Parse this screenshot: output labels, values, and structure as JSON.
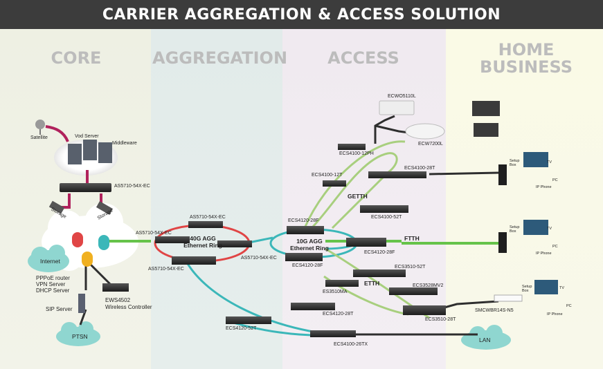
{
  "title": "CARRIER AGGREGATION & ACCESS SOLUTION",
  "zones": {
    "core": "CORE",
    "aggregation": "AGGREGATION",
    "access": "ACCESS",
    "home_business": "HOME\nBUSINESS"
  },
  "core": {
    "satellite": "Satellite",
    "vod_server": "Vod Server",
    "middleware": "Middleware",
    "switch": "AS5710-54X-EC",
    "storage_left": "Storage",
    "storage_right": "Storage",
    "internet": "Internet",
    "servers": "PPPoE router\nVPN Server\nDHCP Server",
    "sip_server": "SIP Server",
    "wireless_model": "EWS4502",
    "wireless_name": "Wireless Controller",
    "ptsn": "PTSN"
  },
  "aggregation": {
    "sw_top": "AS5710-54X-EC",
    "sw_left": "AS5710-54X-EC",
    "sw_right": "AS5710-54X-EC",
    "sw_bottom": "AS5710-54X-EC",
    "ring": "40G AGG\nEthernet Ring",
    "ecs_52t": "ECS4120-52T"
  },
  "access": {
    "ring": "10G AGG\nEthernet Ring",
    "ecs4120_28f_top": "ECS4120-28F",
    "ecs4120_28f_bottom": "ECS4120-28F",
    "ecs4120_28f_right": "ECS4120-28F",
    "ecs4120_28t": "ECS4120-28T",
    "ecs4100_12ph": "ECS4100-12PH",
    "ecs4100_12t": "ECS4100-12T",
    "ecs4100_28t": "ECS4100-28T",
    "ecs4100_52t": "ECS4100-52T",
    "ecs4100_26tx": "ECS4100-26TX",
    "ecs3510_52t": "ECS3510-52T",
    "ecs3510ma": "ES3510MA",
    "ecs3528mv2": "ECS3528MV2",
    "ecs3510_28t": "ECS3510-28T",
    "ecwo5110l": "ECWO5110L",
    "ecw7200l": "ECW7200L",
    "getth": "GETTH",
    "etth": "ETTH",
    "ftth": "FTTH",
    "smcwbr": "SMCWBR14S-N5"
  },
  "home": {
    "setup_box": "Setup\nBox",
    "tv": "TV",
    "pc": "PC",
    "ip_phone": "IP Phone",
    "lan": "LAN"
  },
  "colors": {
    "pink": "#b0225c",
    "teal": "#3bb7b9",
    "red": "#e04545",
    "green": "#66c34a",
    "green_light": "#a8cf7e",
    "dark": "#2e2e2e",
    "cloud_teal": "#8fd6d0"
  }
}
